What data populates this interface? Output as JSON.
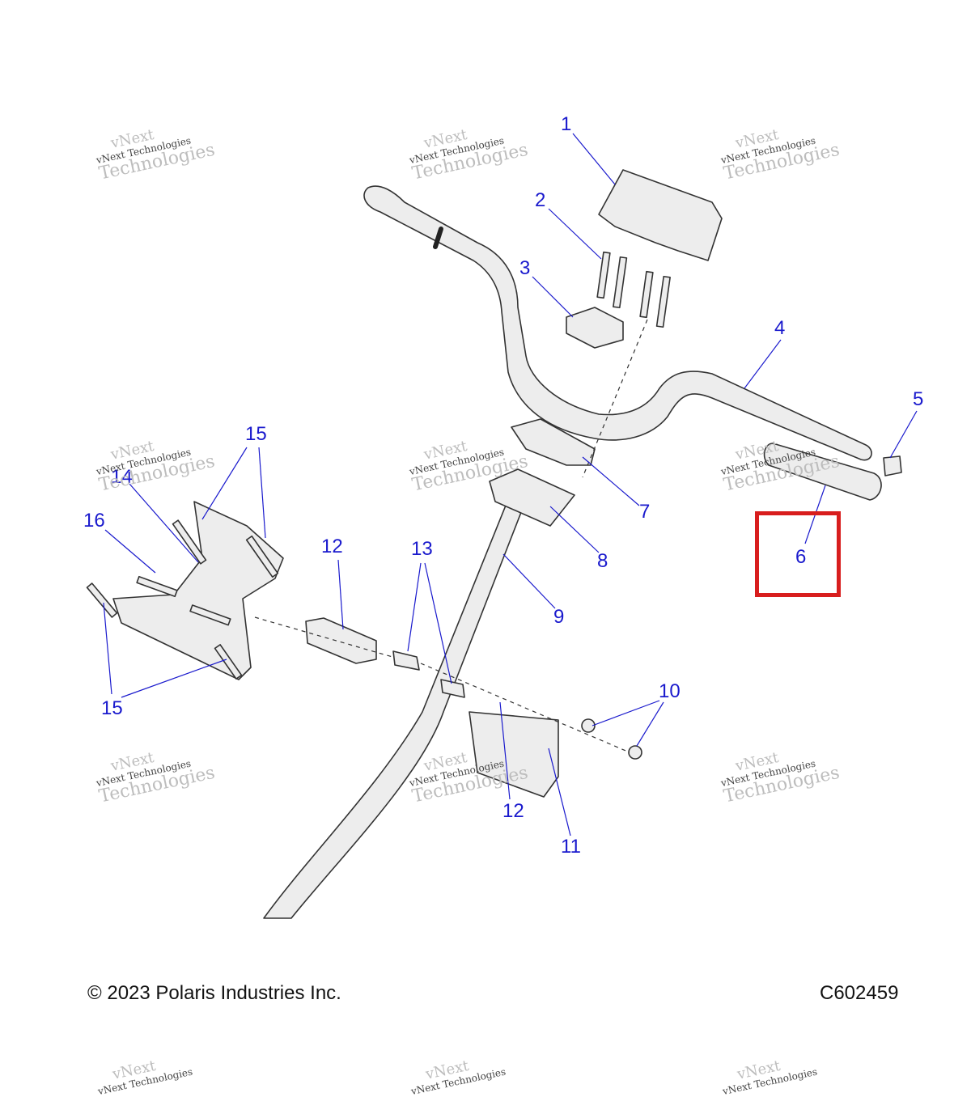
{
  "callouts": {
    "c1": "1",
    "c2": "2",
    "c3": "3",
    "c4": "4",
    "c5": "5",
    "c6": "6",
    "c7": "7",
    "c8": "8",
    "c9": "9",
    "c10": "10",
    "c11": "11",
    "c12a": "12",
    "c12b": "12",
    "c13": "13",
    "c14": "14",
    "c15a": "15",
    "c15b": "15",
    "c16": "16"
  },
  "footer": {
    "copyright": "© 2023 Polaris Industries Inc.",
    "code": "C602459"
  },
  "watermark": {
    "line1": "vNext",
    "line2": "vNext Technologies",
    "line3": "Technologies"
  },
  "colors": {
    "callout": "#1a1acd",
    "highlight": "#d81e1e",
    "part_stroke": "#333333",
    "part_fill": "#ededed"
  }
}
